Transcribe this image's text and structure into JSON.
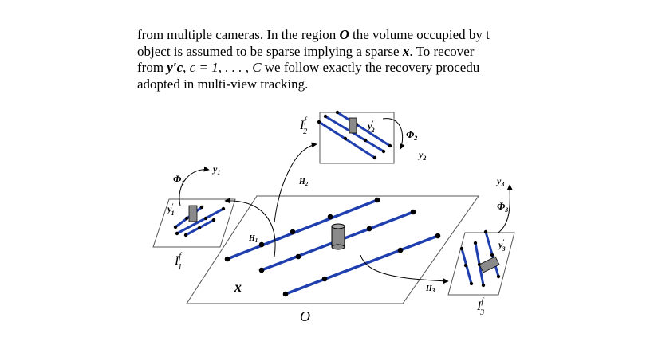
{
  "paragraph": {
    "line1_prefix": "from multiple cameras. In the region ",
    "line1_sym": "O",
    "line1_suffix": " the volume occupied by t",
    "line2_prefix": "object is assumed to be sparse implying a sparse ",
    "line2_sym": "x",
    "line2_suffix": ". To recover",
    "line3_prefix": "from ",
    "line3_sym": "y′c",
    "line3_mid": ", ",
    "line3_c": "c = 1, . . . , C",
    "line3_suffix": " we follow exactly the recovery procedu",
    "line4": "adopted in multi-view tracking."
  },
  "figure": {
    "x_label": "x",
    "O_label": "O",
    "H1": "H",
    "H1_sub": "1",
    "H2": "H",
    "H2_sub": "2",
    "H3": "H",
    "H3_sub": "3",
    "I1": "I",
    "I1_sup": "f",
    "I1_sub": "1",
    "I2": "I",
    "I2_sup": "f",
    "I2_sub": "2",
    "I3": "I",
    "I3_sup": "f",
    "I3_sub": "3",
    "Phi1": "Φ",
    "Phi1_sub": "1",
    "Phi2": "Φ",
    "Phi2_sub": "2",
    "Phi3": "Φ",
    "Phi3_sub": "3",
    "y1": "y",
    "y1_sub": "1",
    "y2": "y",
    "y2_sub": "2",
    "y3": "y",
    "y3_sub": "3",
    "y1p": "y",
    "y1p_sub": "1",
    "y2p": "y",
    "y2p_sub": "2",
    "y3p": "y",
    "y3p_sub": "3",
    "prime": "′"
  },
  "colors": {
    "track_blue": "#1f3fae",
    "cylinder_gray": "#8a8a8a"
  }
}
